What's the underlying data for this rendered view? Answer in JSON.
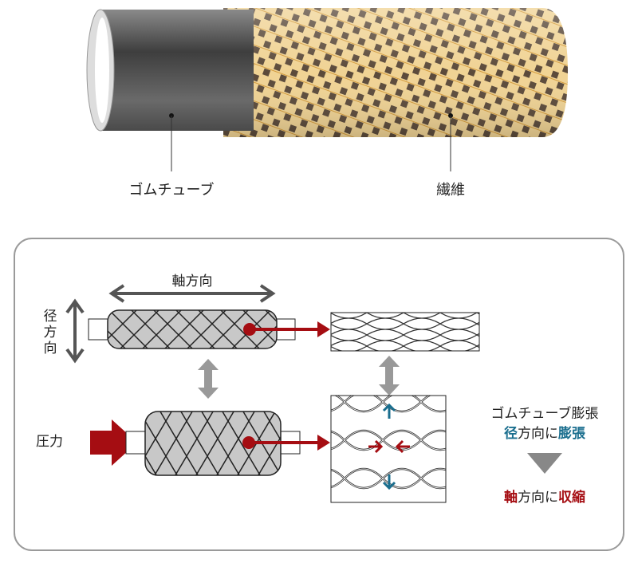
{
  "top": {
    "rubber_tube_label": "ゴムチューブ",
    "fiber_label": "繊維"
  },
  "panel": {
    "axial_label": "軸方向",
    "radial_label": [
      "径",
      "方",
      "向"
    ],
    "pressure_label": "圧力",
    "summary": {
      "line1": "ゴムチューブ膨張",
      "line2_a": "径",
      "line2_b": "方向に",
      "line2_c": "膨張",
      "line3_a": "軸",
      "line3_b": "方向に",
      "line3_c": "収縮"
    }
  },
  "colors": {
    "red": "#a50d12",
    "blue": "#1a6e8e",
    "gray": "#888888",
    "fiber": "#e8c77a"
  }
}
